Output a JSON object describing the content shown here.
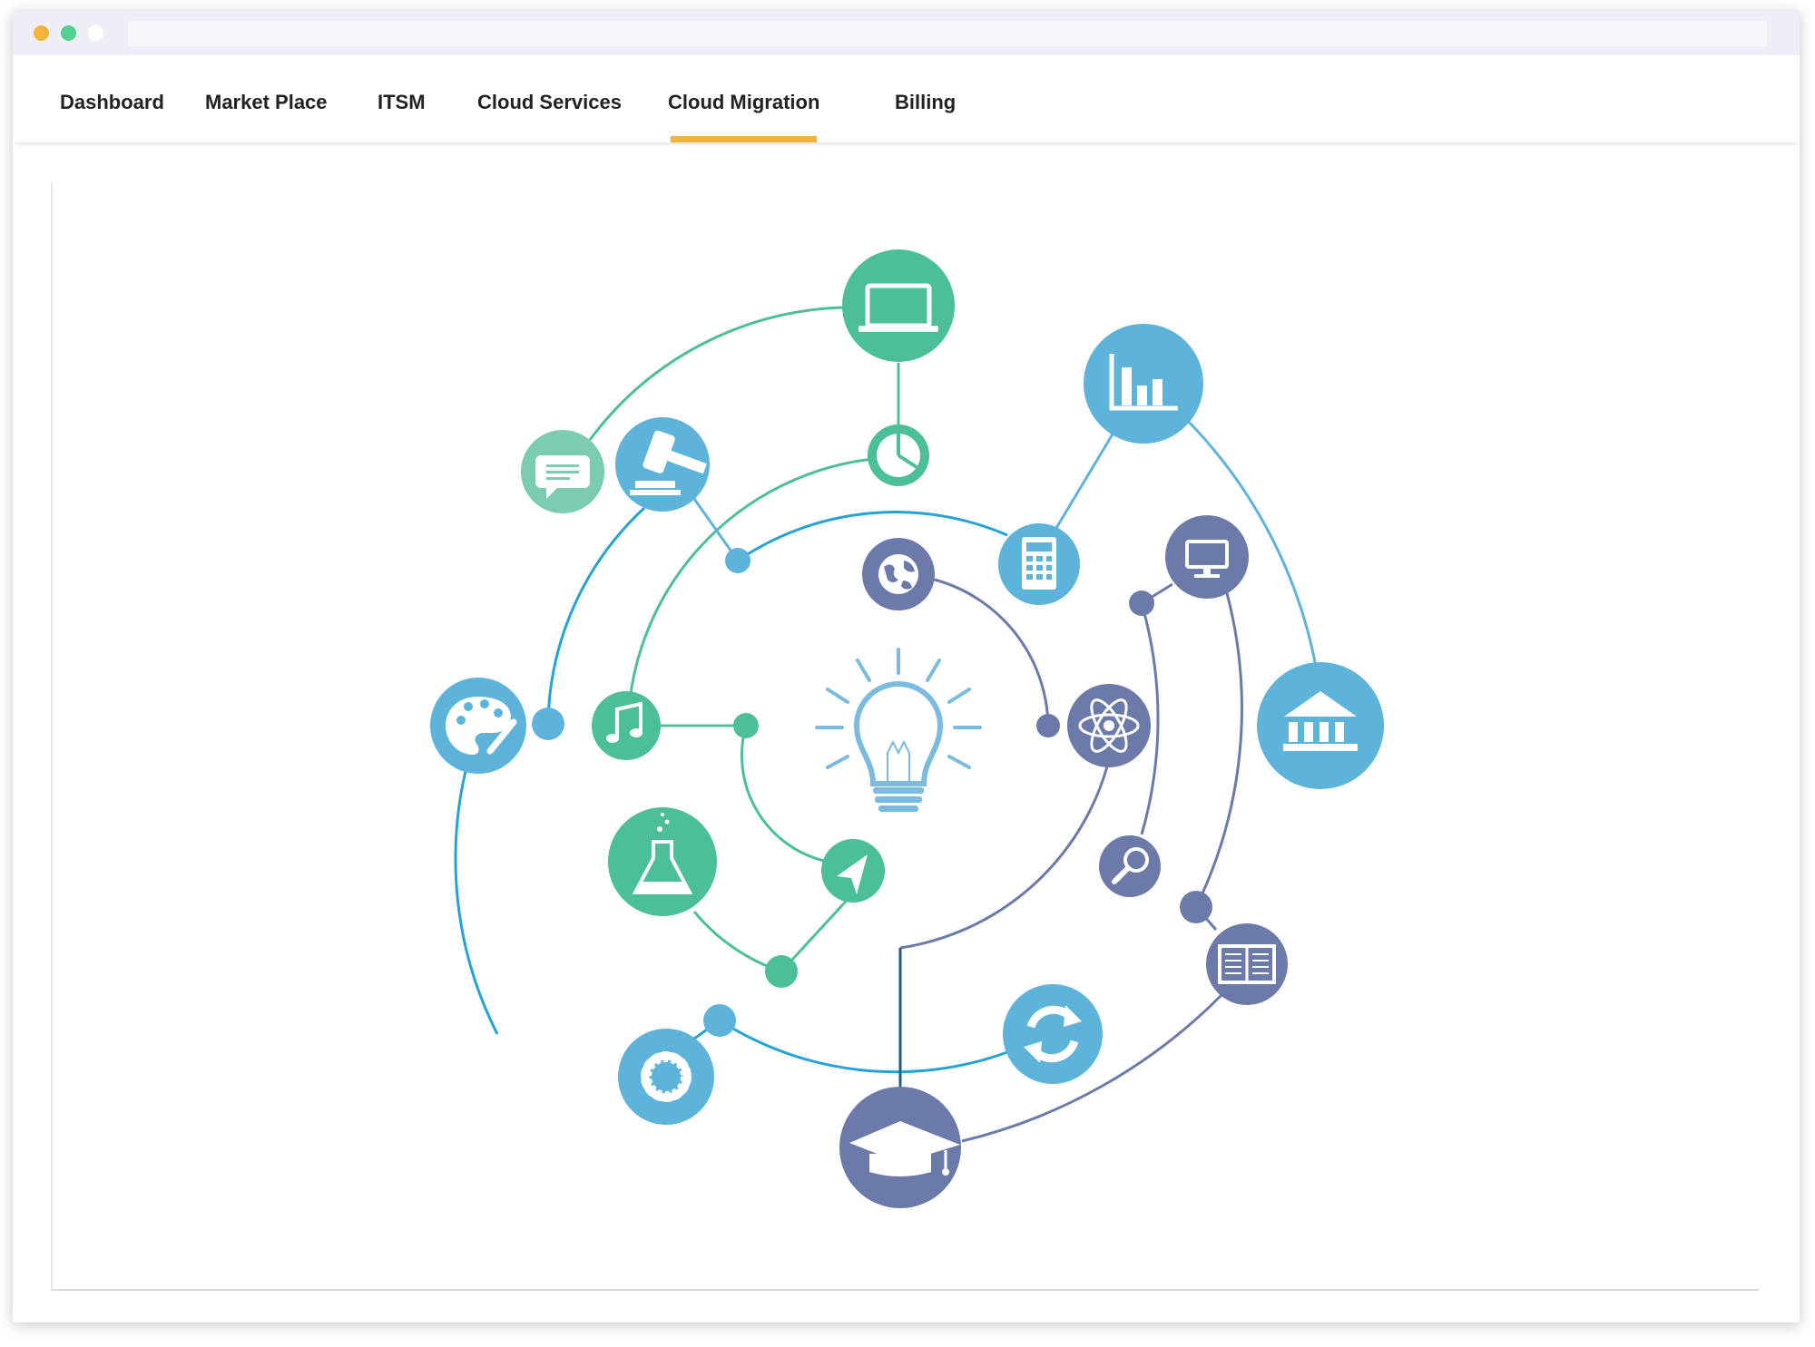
{
  "window": {
    "traffic_lights": [
      "#f2b53c",
      "#4fd38f",
      "#ffffff"
    ]
  },
  "nav": {
    "tabs": [
      {
        "label": "Dashboard",
        "active": false
      },
      {
        "label": "Market Place",
        "active": false
      },
      {
        "label": "ITSM",
        "active": false
      },
      {
        "label": "Cloud Services",
        "active": false
      },
      {
        "label": "Cloud Migration",
        "active": true
      },
      {
        "label": "Billing",
        "active": false
      }
    ],
    "accent": "#f0b43a"
  },
  "diagram": {
    "colors": {
      "green": "#4cbf97",
      "blue": "#5db3d9",
      "slate": "#6b7aa8",
      "bulb": "#7bbbe0"
    },
    "icons": [
      "laptop-icon",
      "chat-icon",
      "gavel-icon",
      "pie-chart-icon",
      "bar-chart-icon",
      "calculator-icon",
      "globe-icon",
      "monitor-icon",
      "palette-icon",
      "music-icon",
      "atom-icon",
      "bank-icon",
      "flask-icon",
      "paper-plane-icon",
      "magnifier-icon",
      "book-icon",
      "refresh-icon",
      "gear-icon",
      "graduation-cap-icon",
      "lightbulb-icon"
    ]
  }
}
